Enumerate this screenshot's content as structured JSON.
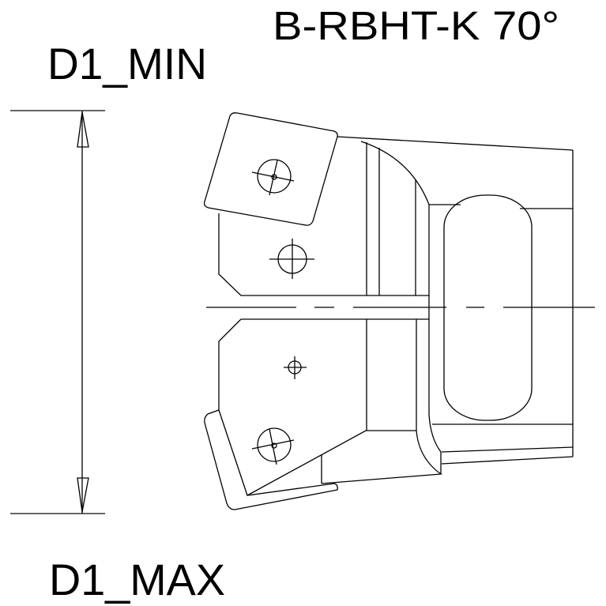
{
  "title": "B-RBHT-K 70°",
  "dimensions": {
    "min_label": "D1_MIN",
    "max_label": "D1_MAX"
  },
  "colors": {
    "line": "#000000",
    "background": "#ffffff"
  }
}
